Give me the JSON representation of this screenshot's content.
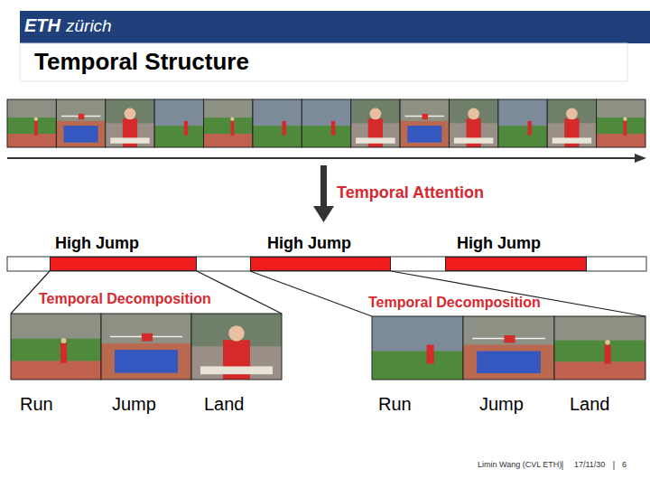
{
  "diagram": {
    "title": "Temporal Structure",
    "nodes": [
      {
        "text": [
          "High Jump"
        ]
      },
      {
        "text": [
          "High Jump"
        ]
      },
      {
        "text": [
          "High Jump"
        ]
      },
      {
        "text": [
          "Run",
          "Jump",
          "Land"
        ]
      },
      {
        "text": [
          "Run",
          "Jump",
          "Land"
        ]
      }
    ],
    "edges": [
      {
        "from": 0,
        "to": 3,
        "arrow": "none"
      },
      {
        "from": 1,
        "to": 4,
        "arrow": "none"
      }
    ],
    "labels": [
      "ETH",
      "zürich",
      "Temporal Attention",
      "Temporal Decomposition",
      "Temporal Decomposition",
      "Limin Wang (CVL ETH)",
      "17/11/30",
      "6"
    ]
  }
}
